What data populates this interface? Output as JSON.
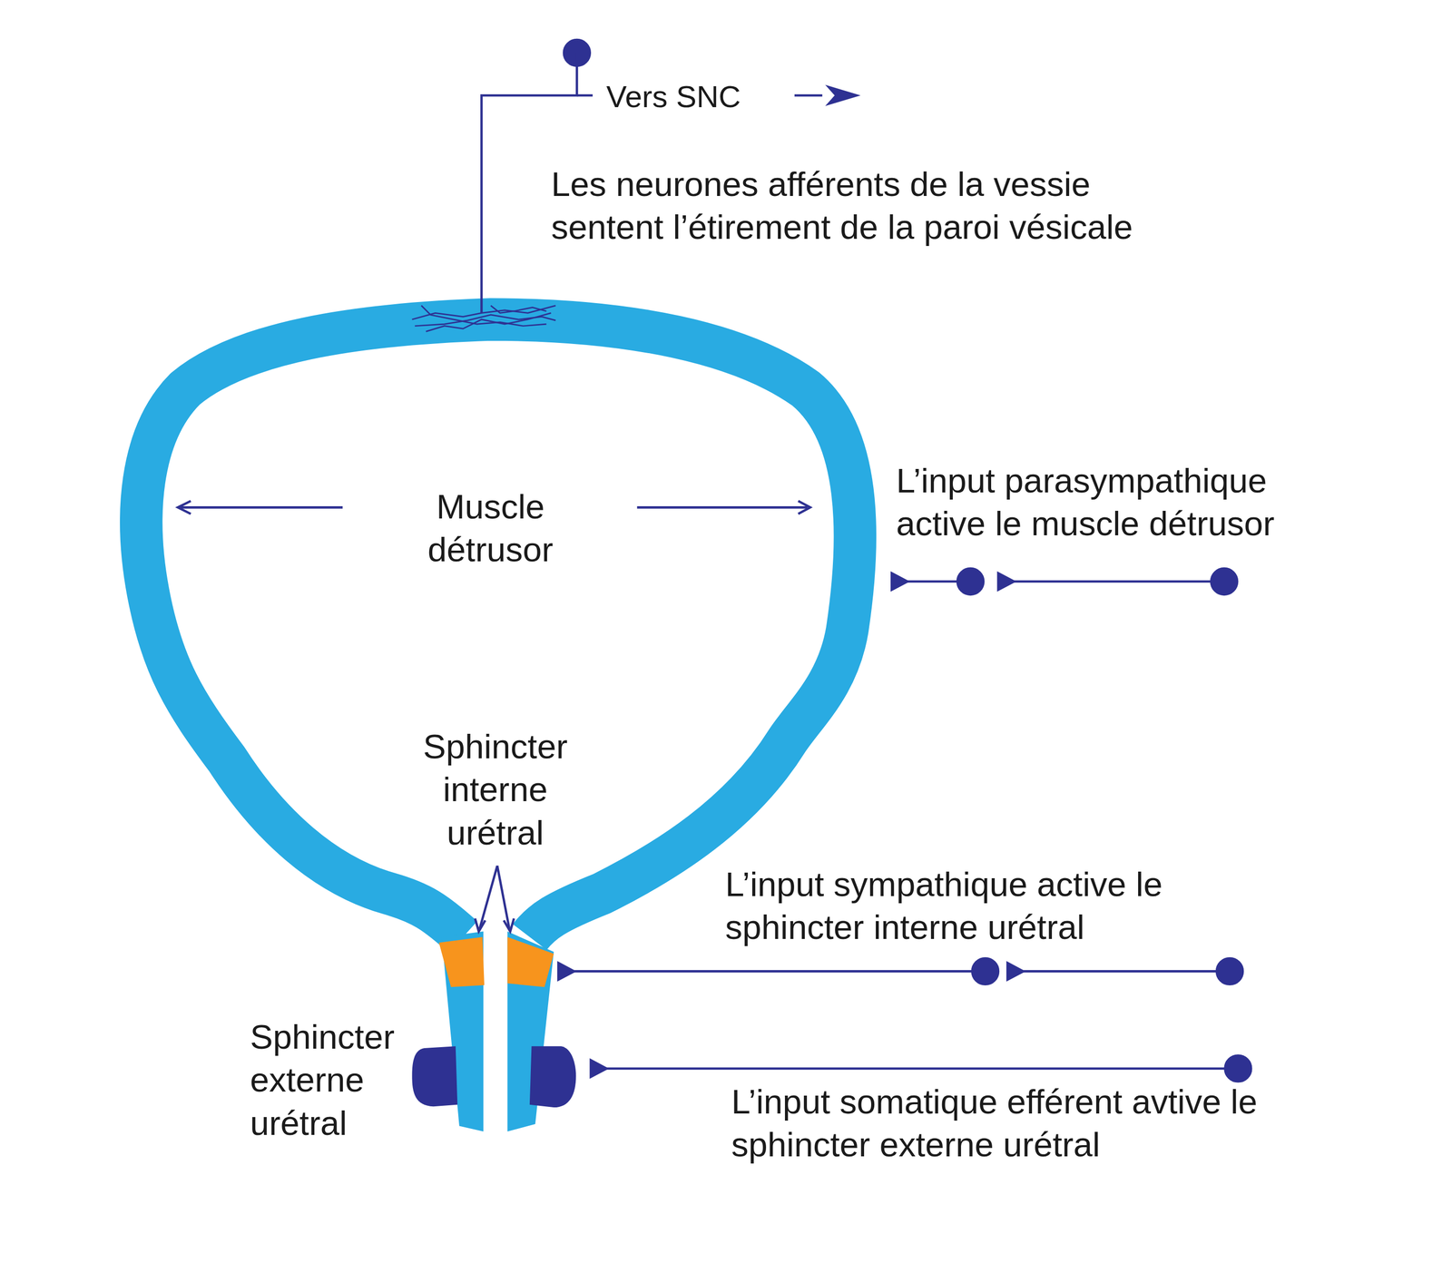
{
  "diagram": {
    "labels": [
      "Vers SNC",
      "Les neurones afférents de la vessie sentent l’étirement de la paroi vésicale",
      "Muscle détrusor",
      "L’input parasympathique active le muscle détrusor",
      "Sphincter interne urétral",
      "L’input sympathique active le sphincter interne urétral",
      "Sphincter externe urétral",
      "L’input somatique efférent avtive le sphincter externe urétral"
    ]
  }
}
